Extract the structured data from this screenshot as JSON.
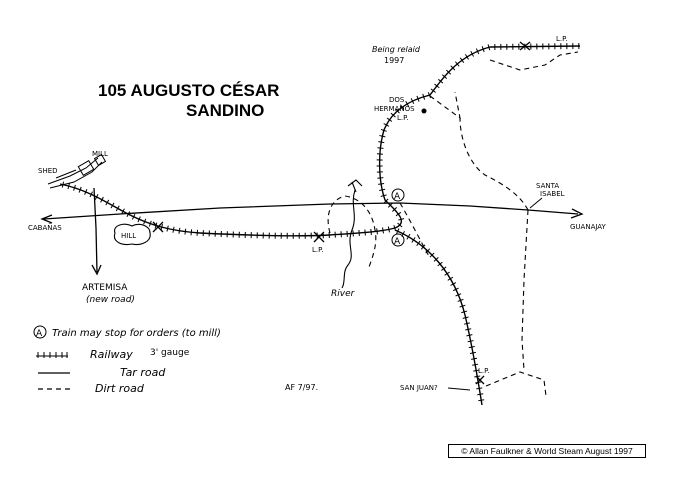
{
  "map": {
    "title_line1": "105 AUGUSTO CÉSAR",
    "title_line2": "SANDINO",
    "labels": {
      "mill": "MILL",
      "shed": "SHED",
      "cabanas": "CABAÑAS",
      "hill": "HILL",
      "artemisa": "ARTEMISA",
      "new_road": "(new road)",
      "river": "River",
      "being_relaid": "Being relaid",
      "year": "1997",
      "dos": "DOS",
      "hermanos": "HERMANOS",
      "lp": "L.P.",
      "santa": "SANTA",
      "isabel": "ISABEL",
      "guanajay": "GUANAJAY",
      "san_juan": "SAN JUAN?",
      "circle_a": "A",
      "author_date": "AF 7/97."
    },
    "legend": {
      "stop_text": "Train may stop for orders (to mill)",
      "railway": "Railway",
      "gauge": "3' gauge",
      "tar_road": "Tar road",
      "dirt_road": "Dirt road"
    },
    "copyright": "© Allan Faulkner & World Steam August 1997"
  }
}
